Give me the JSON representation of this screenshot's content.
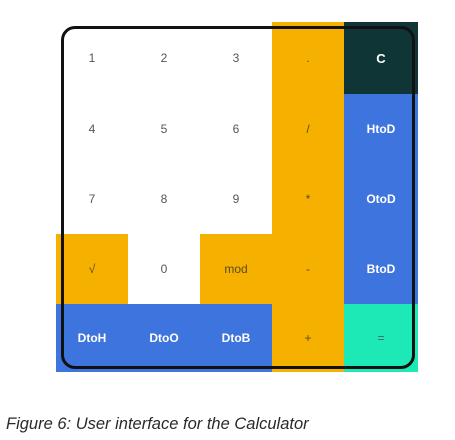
{
  "keys": {
    "k1": "1",
    "k2": "2",
    "k3": "3",
    "dot": ".",
    "clear": "C",
    "k4": "4",
    "k5": "5",
    "k6": "6",
    "div": "/",
    "htod": "HtoD",
    "k7": "7",
    "k8": "8",
    "k9": "9",
    "mul": "*",
    "otod": "OtoD",
    "sqrt": "√",
    "k0": "0",
    "mod": "mod",
    "sub": "-",
    "btod": "BtoD",
    "dtoh": "DtoH",
    "dtoo": "DtoO",
    "dtob": "DtoB",
    "add": "+",
    "eq": "="
  },
  "colors": {
    "orange": "#f6b100",
    "blue": "#3e74dd",
    "dark": "#0f3536",
    "teal": "#1de9b6"
  },
  "caption": "Figure 6: User interface for the Calculator"
}
